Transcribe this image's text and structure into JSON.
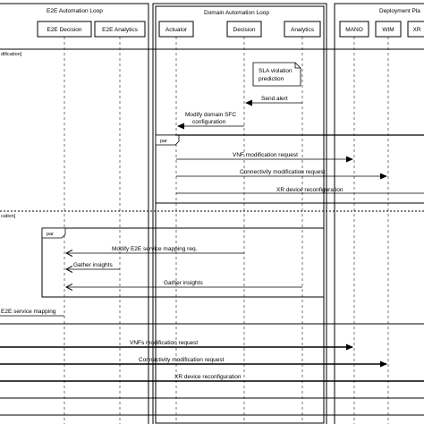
{
  "groups": {
    "e2e": "E2E Automation Loop",
    "domain": "Domain Automation Loop",
    "deployment": "Deployment Pla"
  },
  "participants": {
    "e2e_decision": "E2E Decision",
    "e2e_analytics": "E2E Analytics",
    "actuator": "Actuator",
    "decision": "Decision",
    "analytics": "Analytics",
    "mano": "MANO",
    "wim": "WIM",
    "xr": "XR"
  },
  "sections": {
    "top": "dification]",
    "bottom": "cation]"
  },
  "fragments": {
    "par_top": "par",
    "par_bottom": "par"
  },
  "note": {
    "line1": "SLA violation",
    "line2": "prediction"
  },
  "messages": {
    "send_alert": "Send alert",
    "modify_sfc_1": "Modify domain SFC",
    "modify_sfc_2": "configuration",
    "vnf_mod": "VNF modification request",
    "conn_mod_1": "Connectivity modification request",
    "xr_reconf_1": "XR device reconfiguration",
    "modify_e2e": "Modify E2E service mapping req.",
    "gather_1": "Gather insights",
    "gather_2": "Gather insights",
    "e2e_mapping": "E2E service mapping",
    "vnfs_mod": "VNFs modification request",
    "conn_mod_2": "Connectivity modification request",
    "xr_reconf_2": "XR device reconfiguration"
  }
}
